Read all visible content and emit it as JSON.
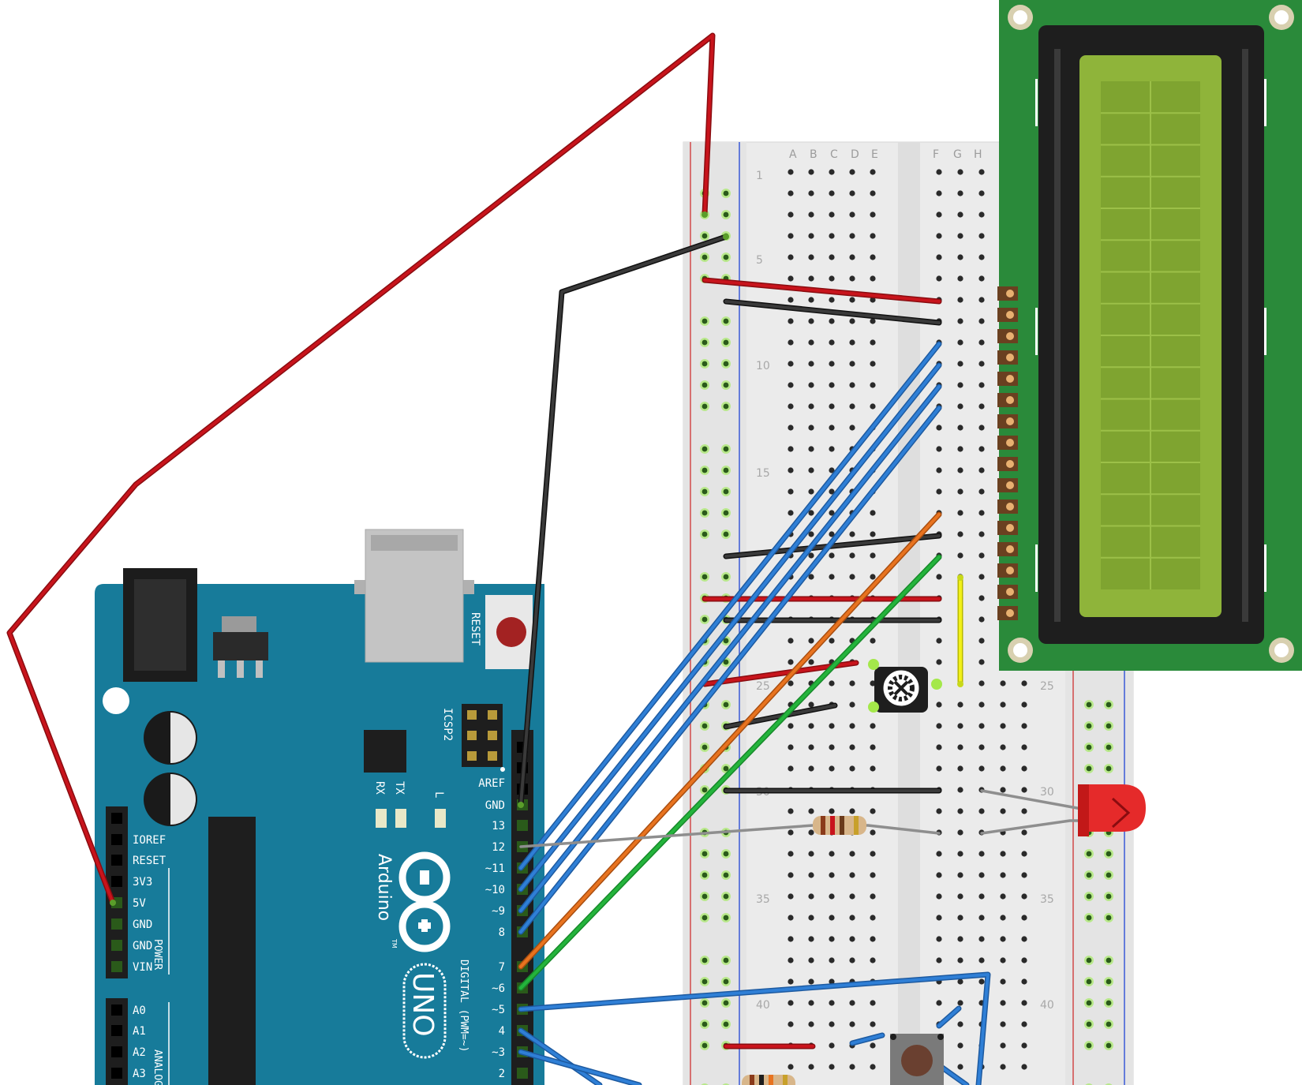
{
  "breadboard": {
    "columns_left": [
      "A",
      "B",
      "C",
      "D",
      "E"
    ],
    "columns_right": [
      "F",
      "G",
      "H"
    ],
    "row_numbers": [
      "1",
      "5",
      "10",
      "15",
      "25",
      "30",
      "35",
      "40"
    ],
    "row_numbers_right": [
      "25",
      "30",
      "35",
      "40"
    ]
  },
  "arduino": {
    "reset_label": "RESET",
    "icsp_label": "ICSP2",
    "aref_label": "AREF",
    "digital_pins": [
      "GND",
      "13",
      "12",
      "~11",
      "~10",
      "~9",
      "8",
      "7",
      "~6",
      "~5",
      "4",
      "~3",
      "2"
    ],
    "power_pins": [
      "IOREF",
      "RESET",
      "3V3",
      "5V",
      "GND",
      "GND",
      "VIN"
    ],
    "power_label": "POWER",
    "analog_pins": [
      "A0",
      "A1",
      "A2",
      "A3"
    ],
    "analog_label": "ANALOG",
    "tx_label": "TX",
    "rx_label": "RX",
    "l_label": "L",
    "brand": "Arduino",
    "trademark": "TM",
    "model": "UNO",
    "digital_label": "DIGITAL (PWM=~)"
  },
  "colors": {
    "board": "#177b9a",
    "breadboard": "#ebebeb",
    "lcd_pcb": "#2a8a3a",
    "lcd_screen": "#8fb43a",
    "wire_red": "#c8141c",
    "wire_black": "#2a2a2a",
    "wire_blue": "#2f7fd6",
    "wire_orange": "#e8731f",
    "wire_green": "#24b43c",
    "wire_yellow": "#f2f01a",
    "wire_gray": "#8e8e8e",
    "led": "#e52a2a"
  },
  "icons": {
    "led": "red-led-icon",
    "potentiometer": "potentiometer-icon",
    "button": "pushbutton-icon",
    "resistor": "resistor-icon",
    "lcd": "lcd-16x2-icon"
  }
}
